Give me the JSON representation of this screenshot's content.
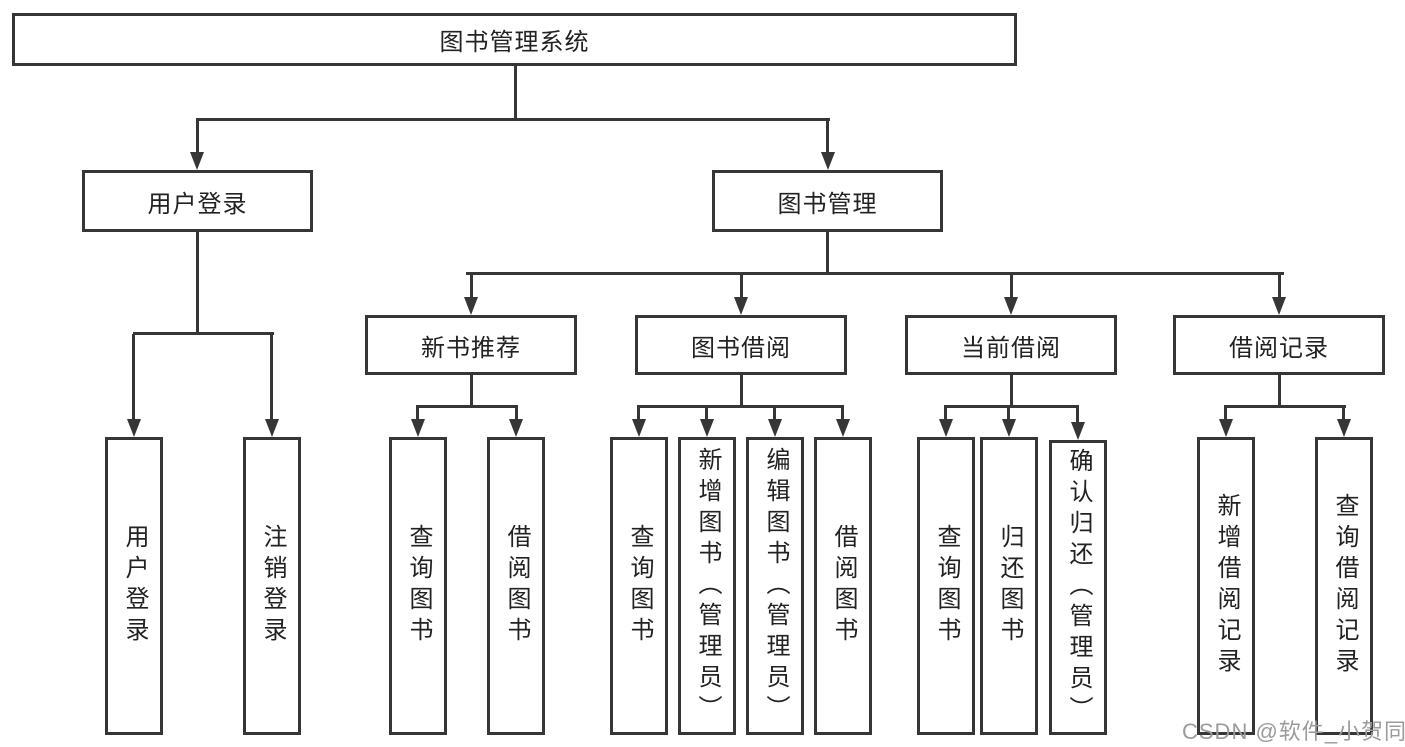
{
  "diagram": {
    "title": "图书管理系统",
    "type": "functional-structure-tree",
    "watermark": "CSDN @软件_小贺同学",
    "colors": {
      "background": "#ffffff",
      "line": "#363636",
      "box_border": "#363636",
      "text": "#222222",
      "watermark": "#9b9b9b"
    }
  },
  "tree": {
    "label": "图书管理系统",
    "children": [
      {
        "label": "用户登录",
        "children": [
          {
            "label": "用户登录"
          },
          {
            "label": "注销登录"
          }
        ]
      },
      {
        "label": "图书管理",
        "children": [
          {
            "label": "新书推荐",
            "children": [
              {
                "label": "查询图书"
              },
              {
                "label": "借阅图书"
              }
            ]
          },
          {
            "label": "图书借阅",
            "children": [
              {
                "label": "查询图书"
              },
              {
                "label": "新增图书（管理员）"
              },
              {
                "label": "编辑图书（管理员）"
              },
              {
                "label": "借阅图书"
              }
            ]
          },
          {
            "label": "当前借阅",
            "children": [
              {
                "label": "查询图书"
              },
              {
                "label": "归还图书"
              },
              {
                "label": "确认归还（管理员）"
              }
            ]
          },
          {
            "label": "借阅记录",
            "children": [
              {
                "label": "新增借阅记录"
              },
              {
                "label": "查询借阅记录"
              }
            ]
          }
        ]
      }
    ]
  }
}
